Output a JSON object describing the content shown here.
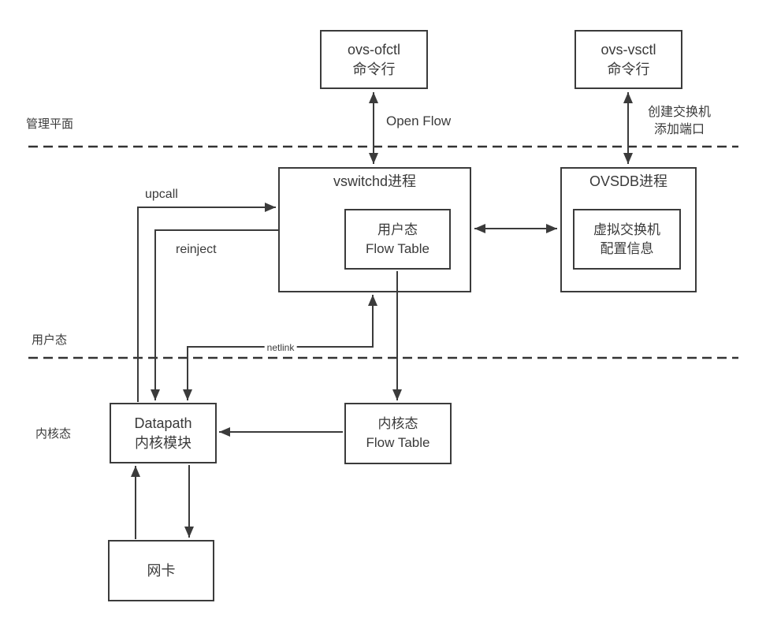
{
  "planes": {
    "management": "管理平面",
    "user": "用户态",
    "kernel": "内核态"
  },
  "boxes": {
    "ovs_ofctl": {
      "line1": "ovs-ofctl",
      "line2": "命令行"
    },
    "ovs_vsctl": {
      "line1": "ovs-vsctl",
      "line2": "命令行"
    },
    "vswitchd": {
      "title": "vswitchd进程"
    },
    "user_flow_table": {
      "line1": "用户态",
      "line2": "Flow Table"
    },
    "ovsdb": {
      "title": "OVSDB进程"
    },
    "switch_config": {
      "line1": "虚拟交换机",
      "line2": "配置信息"
    },
    "kernel_flow_table": {
      "line1": "内核态",
      "line2": "Flow Table"
    },
    "datapath": {
      "line1": "Datapath",
      "line2": "内核模块"
    },
    "nic": {
      "label": "网卡"
    }
  },
  "edge_labels": {
    "open_flow": "Open Flow",
    "create_switch": "创建交换机",
    "add_port": "添加端口",
    "upcall": "upcall",
    "reinject": "reinject",
    "netlink": "netlink"
  },
  "colors": {
    "line": "#3b3b3b",
    "text": "#3a3a3a",
    "background": "#ffffff"
  }
}
